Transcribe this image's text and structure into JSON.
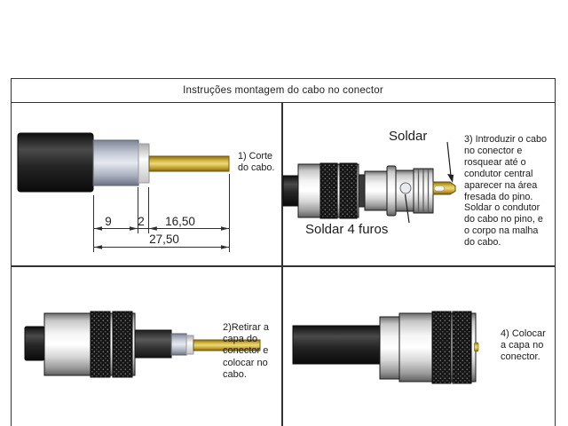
{
  "title": "Instruções montagem do cabo no conector",
  "panels": {
    "step1": {
      "label_lines": [
        "1) Corte",
        "do cabo."
      ],
      "dimensions": {
        "d1": "9",
        "d2": "2",
        "d3": "16,50",
        "total": "27,50"
      }
    },
    "step2": {
      "label_lines": [
        "2)Retirar a",
        "capa do",
        "conector e",
        "colocar no",
        "cabo."
      ]
    },
    "step3": {
      "annotations": {
        "solder_pin": "Soldar",
        "solder_holes": "Soldar 4 furos"
      },
      "label_lines": [
        "3) Introduzir o cabo",
        "no conector e",
        "rosquear até o",
        "condutor central",
        "aparecer na área",
        "fresada do pino.",
        "Soldar o condutor",
        "do cabo no pino, e",
        "o corpo na malha",
        "do cabo."
      ]
    },
    "step4": {
      "label_lines": [
        "4) Colocar",
        "a capa no",
        "conector."
      ]
    }
  },
  "colors": {
    "border": "#333333",
    "gold": "#d4b53f",
    "braid": "#c7ccd8",
    "jacket": "#1c1c1c",
    "silver": "#d8d8d8"
  }
}
